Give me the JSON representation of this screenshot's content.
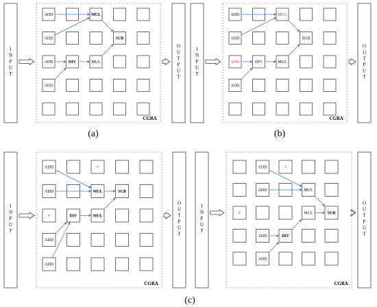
{
  "labels": {
    "input": "INPUT",
    "output": "OUTPUT",
    "cgra": "CGRA",
    "panel_a": "(a)",
    "panel_b": "(b)",
    "panel_c": "(c)"
  },
  "colors": {
    "stroke": "#444444",
    "arrow": "#4a7ec4",
    "highlight": "#e03030",
    "dashed": "#9a9a9a"
  },
  "panels": [
    {
      "id": "a",
      "cells": [
        {
          "r": 0,
          "c": 0,
          "t": "ADD"
        },
        {
          "r": 0,
          "c": 2,
          "t": "MUL",
          "b": true
        },
        {
          "r": 1,
          "c": 0,
          "t": "ADD"
        },
        {
          "r": 1,
          "c": 3,
          "t": "SUB",
          "b": true
        },
        {
          "r": 2,
          "c": 0,
          "t": "ADD"
        },
        {
          "r": 2,
          "c": 1,
          "t": "DIV",
          "b": true
        },
        {
          "r": 2,
          "c": 2,
          "t": "MUL"
        },
        {
          "r": 3,
          "c": 0,
          "t": "ADD"
        }
      ],
      "edges": [
        [
          0,
          0,
          0,
          2
        ],
        [
          1,
          0,
          0,
          2
        ],
        [
          2,
          0,
          2,
          1
        ],
        [
          3,
          0,
          2,
          1
        ],
        [
          2,
          1,
          2,
          2
        ],
        [
          0,
          2,
          1,
          3
        ],
        [
          2,
          2,
          1,
          3
        ]
      ]
    },
    {
      "id": "b",
      "cells": [
        {
          "r": 0,
          "c": 0,
          "t": "ADD"
        },
        {
          "r": 0,
          "c": 2,
          "t": "MUL",
          "red": true
        },
        {
          "r": 1,
          "c": 0,
          "t": "ADD"
        },
        {
          "r": 1,
          "c": 3,
          "t": "SUB"
        },
        {
          "r": 2,
          "c": 0,
          "t": "ADD",
          "red": true
        },
        {
          "r": 2,
          "c": 1,
          "t": "DIV"
        },
        {
          "r": 2,
          "c": 2,
          "t": "MUL"
        },
        {
          "r": 3,
          "c": 0,
          "t": "ADD"
        }
      ],
      "edges": [
        [
          0,
          0,
          0,
          2
        ],
        [
          1,
          0,
          0,
          2
        ],
        [
          2,
          0,
          2,
          1
        ],
        [
          3,
          0,
          2,
          1
        ],
        [
          2,
          1,
          2,
          2
        ],
        [
          0,
          2,
          1,
          3
        ],
        [
          2,
          2,
          1,
          3
        ]
      ]
    },
    {
      "id": "c1",
      "cells": [
        {
          "r": 0,
          "c": 0,
          "t": "ADD"
        },
        {
          "r": 0,
          "c": 2,
          "t": "×",
          "x": true
        },
        {
          "r": 1,
          "c": 0,
          "t": "ADD"
        },
        {
          "r": 1,
          "c": 2,
          "t": "MUL",
          "b": true
        },
        {
          "r": 1,
          "c": 3,
          "t": "SUB",
          "b": true
        },
        {
          "r": 2,
          "c": 0,
          "t": "×",
          "x": true
        },
        {
          "r": 2,
          "c": 1,
          "t": "DIV",
          "b": true
        },
        {
          "r": 2,
          "c": 2,
          "t": "MUL",
          "b": true
        },
        {
          "r": 3,
          "c": 0,
          "t": "ADD"
        },
        {
          "r": 4,
          "c": 0,
          "t": "ADD"
        }
      ],
      "edges": [
        [
          0,
          0,
          1,
          2
        ],
        [
          1,
          0,
          1,
          2
        ],
        [
          3,
          0,
          2,
          1
        ],
        [
          4,
          0,
          2,
          1
        ],
        [
          2,
          1,
          2,
          2
        ],
        [
          1,
          2,
          1,
          3
        ],
        [
          2,
          2,
          1,
          3
        ]
      ]
    },
    {
      "id": "c2",
      "cells": [
        {
          "r": 0,
          "c": 1,
          "t": "ADD"
        },
        {
          "r": 0,
          "c": 2,
          "t": "×",
          "x": true
        },
        {
          "r": 1,
          "c": 1,
          "t": "ADD"
        },
        {
          "r": 1,
          "c": 3,
          "t": "MUL"
        },
        {
          "r": 2,
          "c": 0,
          "t": "×",
          "x": true
        },
        {
          "r": 2,
          "c": 3,
          "t": "MUL"
        },
        {
          "r": 2,
          "c": 4,
          "t": "SUB",
          "b": true
        },
        {
          "r": 3,
          "c": 1,
          "t": "ADD"
        },
        {
          "r": 3,
          "c": 2,
          "t": "DIV",
          "b": true
        },
        {
          "r": 4,
          "c": 1,
          "t": "ADD"
        }
      ],
      "edges": [
        [
          0,
          1,
          1,
          3
        ],
        [
          1,
          1,
          1,
          3
        ],
        [
          3,
          1,
          3,
          2
        ],
        [
          4,
          1,
          3,
          2
        ],
        [
          3,
          2,
          2,
          3
        ],
        [
          1,
          3,
          2,
          4
        ],
        [
          2,
          3,
          2,
          4
        ]
      ]
    }
  ]
}
